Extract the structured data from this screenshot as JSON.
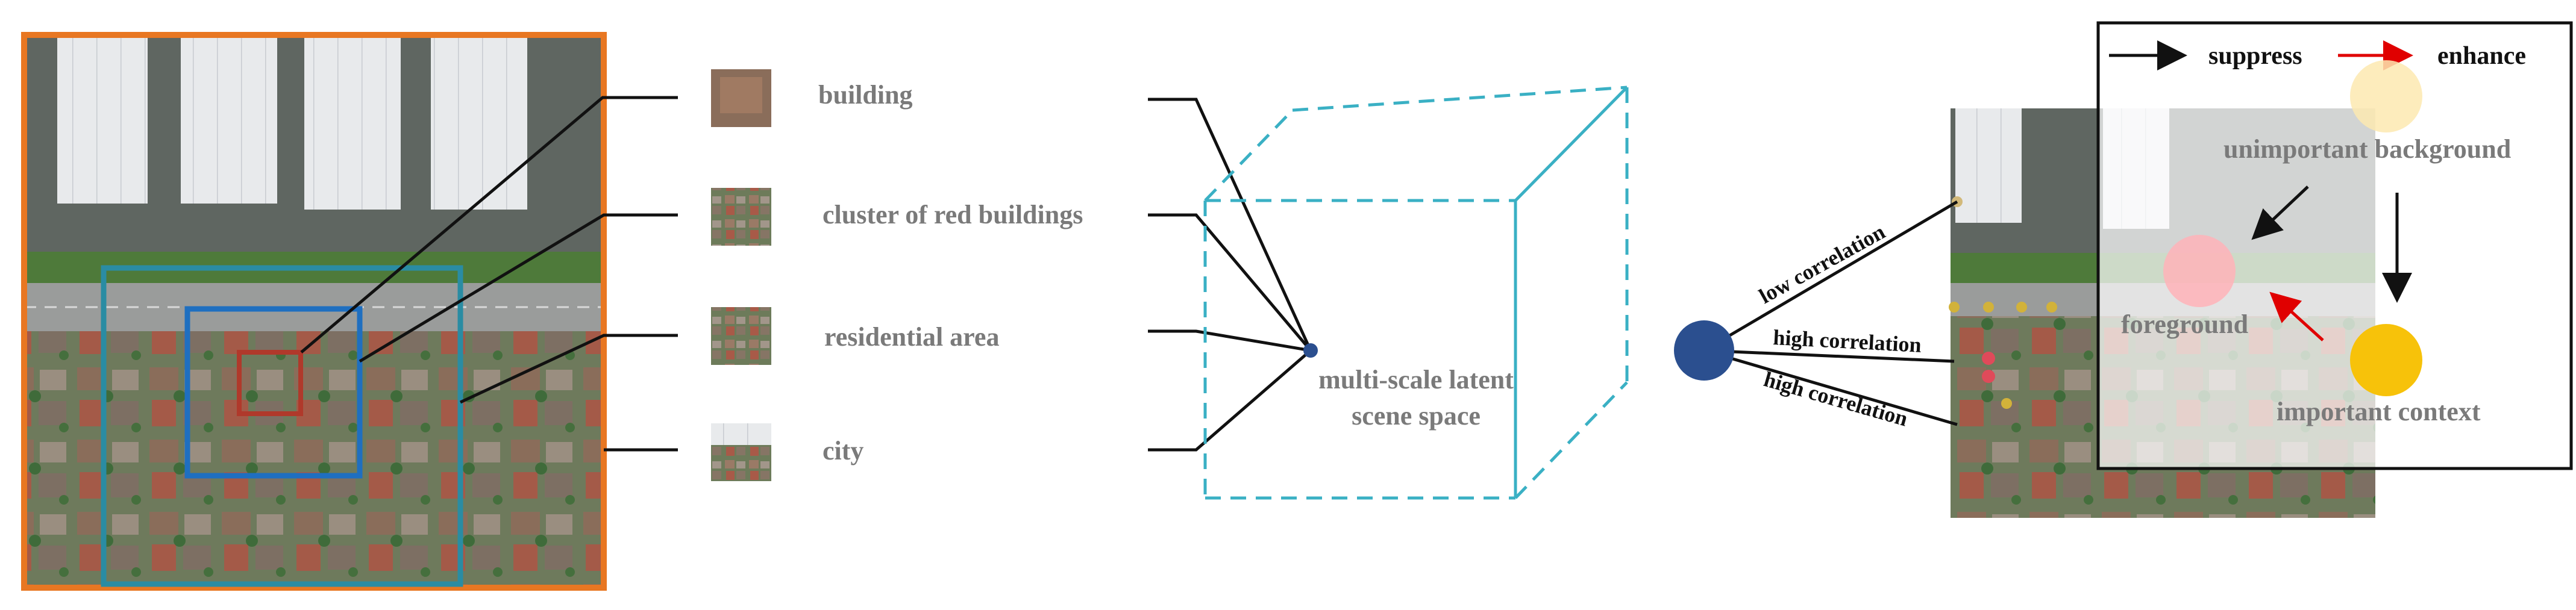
{
  "scale_labels": {
    "building": "building",
    "cluster": "cluster of red buildings",
    "residential": "residential area",
    "city": "city"
  },
  "latent_space": {
    "line1": "multi-scale latent",
    "line2": "scene space"
  },
  "correlations": {
    "low": "low correlation",
    "high_1": "high correlation",
    "high_2": "high correlation"
  },
  "legend": {
    "suppress": "suppress",
    "enhance": "enhance"
  },
  "context_nodes": {
    "unimportant": "unimportant background",
    "foreground": "foreground",
    "important": "important context"
  },
  "colors": {
    "orange_frame": "#e87722",
    "teal_box": "#2a8ca3",
    "blue_box": "#1f6fc0",
    "red_box": "#b0392b",
    "cube": "#3ab0c4",
    "center_node": "#2b4f8f",
    "enhance_arrow": "#e00000",
    "foreground_node": "#ffb3b8",
    "unimportant_node": "#fde9b0",
    "important_node": "#f7c20a"
  }
}
